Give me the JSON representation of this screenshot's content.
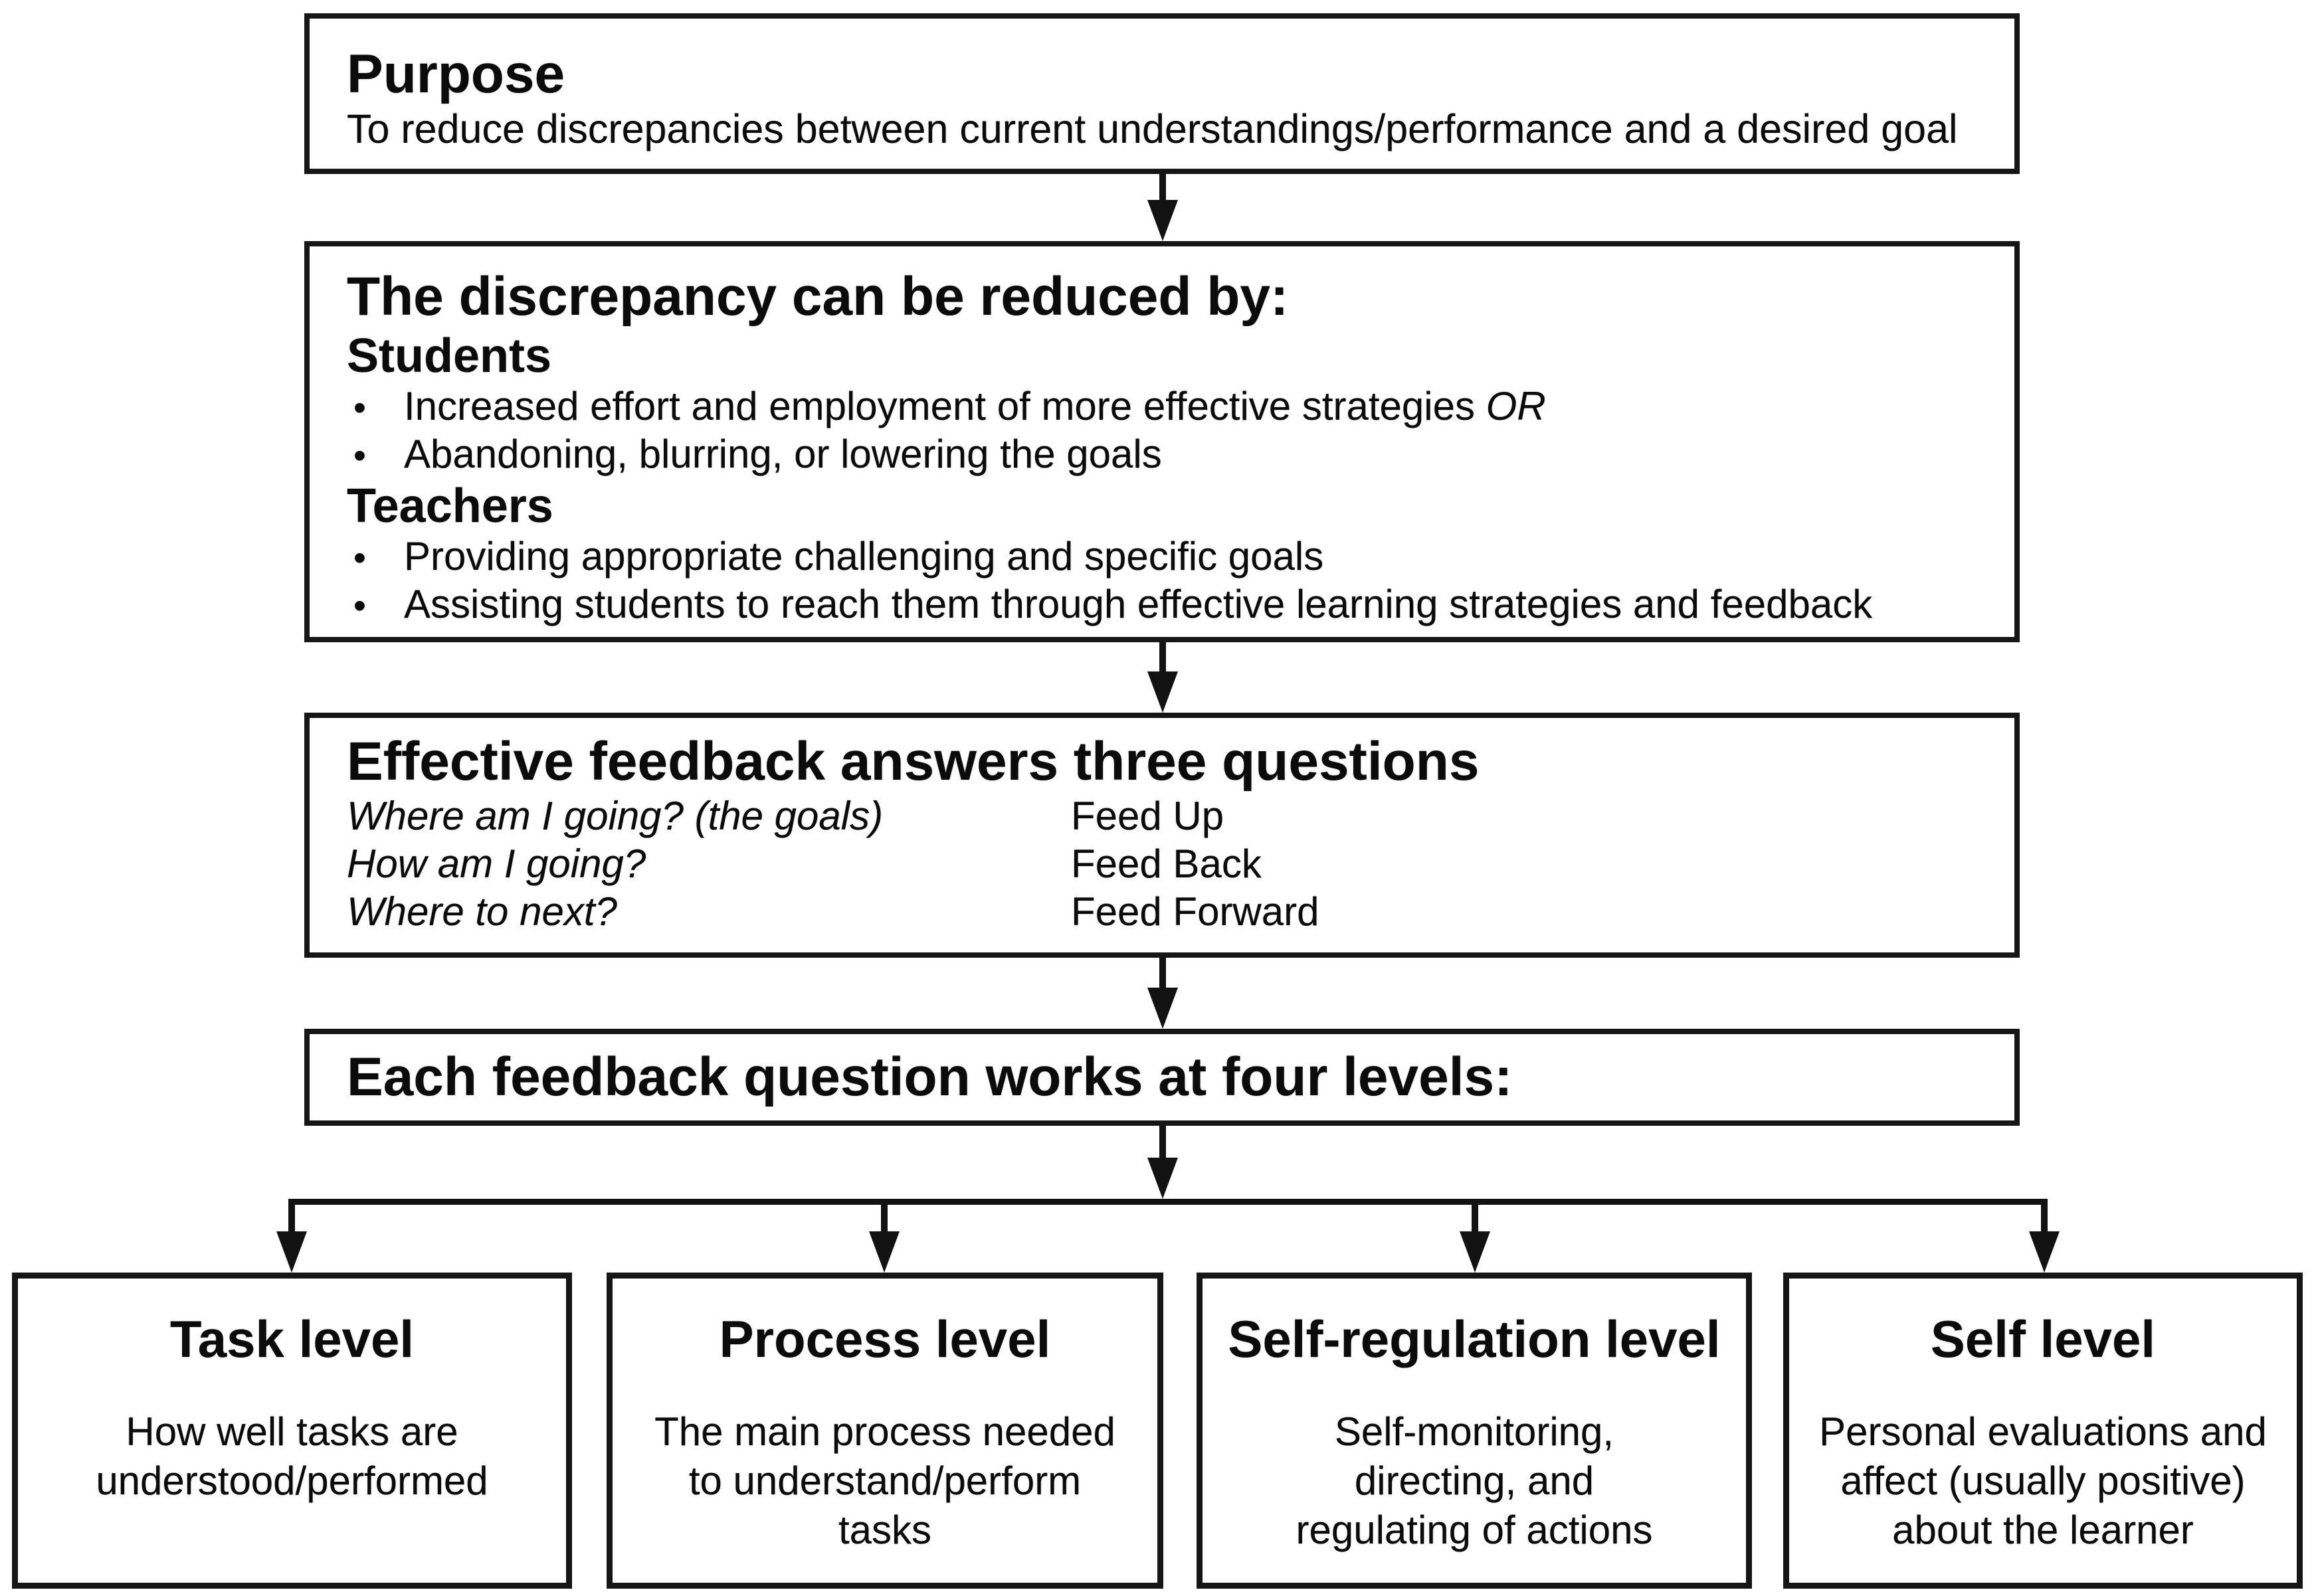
{
  "purpose": {
    "title": "Purpose",
    "body": "To reduce discrepancies between current understandings/performance and a desired goal"
  },
  "discrepancy": {
    "title": "The discrepancy can be reduced by:",
    "bullet_char": "•",
    "students_heading": "Students",
    "students_bullets": [
      {
        "text": "Increased effort and employment of more effective strategies",
        "emphasis": "OR"
      },
      {
        "text": "Abandoning, blurring, or lowering the goals"
      }
    ],
    "teachers_heading": "Teachers",
    "teachers_bullets": [
      {
        "text": "Providing appropriate challenging and specific goals"
      },
      {
        "text": "Assisting students to reach them through effective learning strategies and feedback"
      }
    ]
  },
  "questions": {
    "title": "Effective feedback answers three questions",
    "rows": [
      {
        "question": "Where am I going? (the goals)",
        "answer": "Feed Up"
      },
      {
        "question": "How am I going?",
        "answer": "Feed Back"
      },
      {
        "question": "Where to next?",
        "answer": "Feed Forward"
      }
    ]
  },
  "levels_banner": {
    "title": "Each feedback question works at four levels:"
  },
  "levels": [
    {
      "title": "Task level",
      "lines": [
        "How well tasks are",
        "understood/performed"
      ]
    },
    {
      "title": "Process level",
      "lines": [
        "The main process needed",
        "to understand/perform",
        "tasks"
      ]
    },
    {
      "title": "Self-regulation level",
      "lines": [
        "Self-monitoring,",
        "directing, and",
        "regulating of actions"
      ]
    },
    {
      "title": "Self level",
      "lines": [
        "Personal evaluations and",
        "affect (usually positive)",
        "about the learner"
      ]
    }
  ]
}
